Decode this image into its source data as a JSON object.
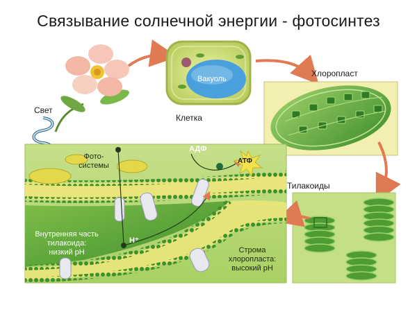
{
  "title": "Связывание солнечной энергии - фотосинтез",
  "labels": {
    "light": "Свет",
    "cell": "Клетка",
    "vacuole": "Вакуоль",
    "chloroplast": "Хлоропласт",
    "thylakoids": "Тилакоиды",
    "photosystems_line1": "Фото-",
    "photosystems_line2": "системы",
    "adp": "АДФ",
    "atp": "АТФ",
    "proton": "H⁺",
    "inner_line1": "Внутренняя часть",
    "inner_line2": "тилакоида:",
    "inner_line3": "низкий pH",
    "stroma_line1": "Строма",
    "stroma_line2": "хлоропласта:",
    "stroma_line3": "высокий pH"
  },
  "colors": {
    "arrow": "#e07a52",
    "chloroplast_green": "#6cae3e",
    "thylakoid_yellow": "#e8e060",
    "membrane_dot": "#3f8f2e",
    "cell_wall": "#c9d77a",
    "vacuole": "#4aa0dc"
  },
  "icons": [
    "flower-icon",
    "light-wave-icon",
    "molecule-icon"
  ]
}
